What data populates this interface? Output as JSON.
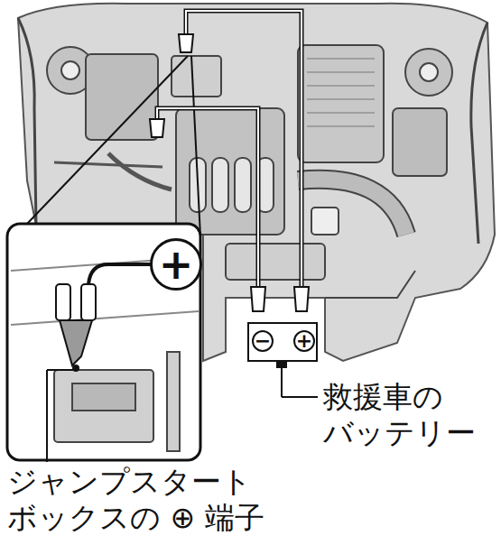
{
  "diagram": {
    "nodes": [
      {
        "text": [
          "+"
        ]
      },
      {
        "text": [
          "−",
          "+"
        ]
      }
    ],
    "labels": [
      "ジャンプスタート ボックスの ⊕ 端子",
      "救援車の バッテリー"
    ]
  }
}
